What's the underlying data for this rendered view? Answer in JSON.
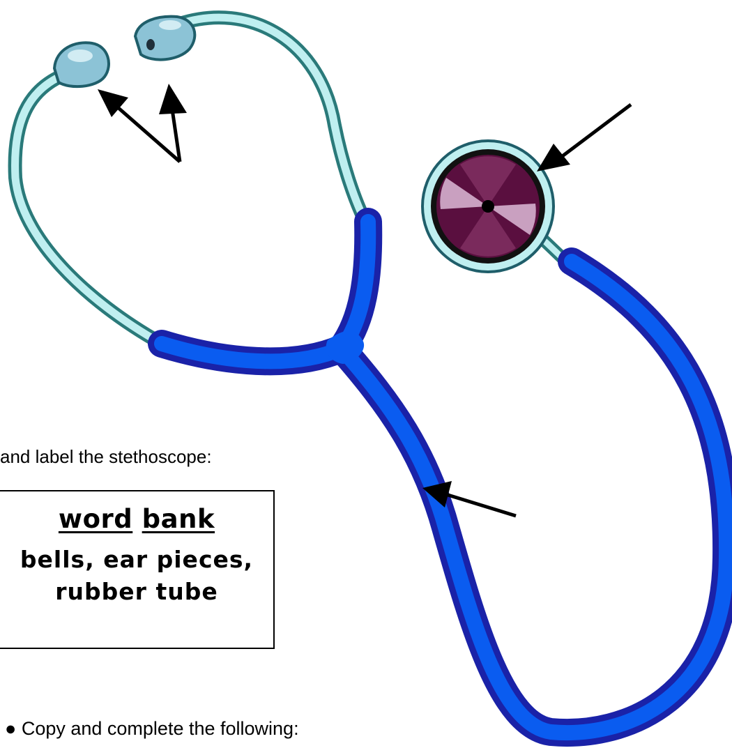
{
  "instruction": "and label the stethoscope:",
  "word_bank": {
    "title_word1": "word",
    "title_word2": "bank",
    "line1": "bells, ear pieces,",
    "line2": "rubber tube"
  },
  "task": {
    "bullet": "●",
    "text": "Copy and complete the following:"
  },
  "colors": {
    "tube_blue": "#0a5cf0",
    "tube_dark": "#1a22a8",
    "metal_cyan": "#bfeff0",
    "metal_edge": "#2a7a7a",
    "bell_face": "#5a0f3f",
    "bell_highlight": "#c9a0c0",
    "arrow": "#000000"
  }
}
